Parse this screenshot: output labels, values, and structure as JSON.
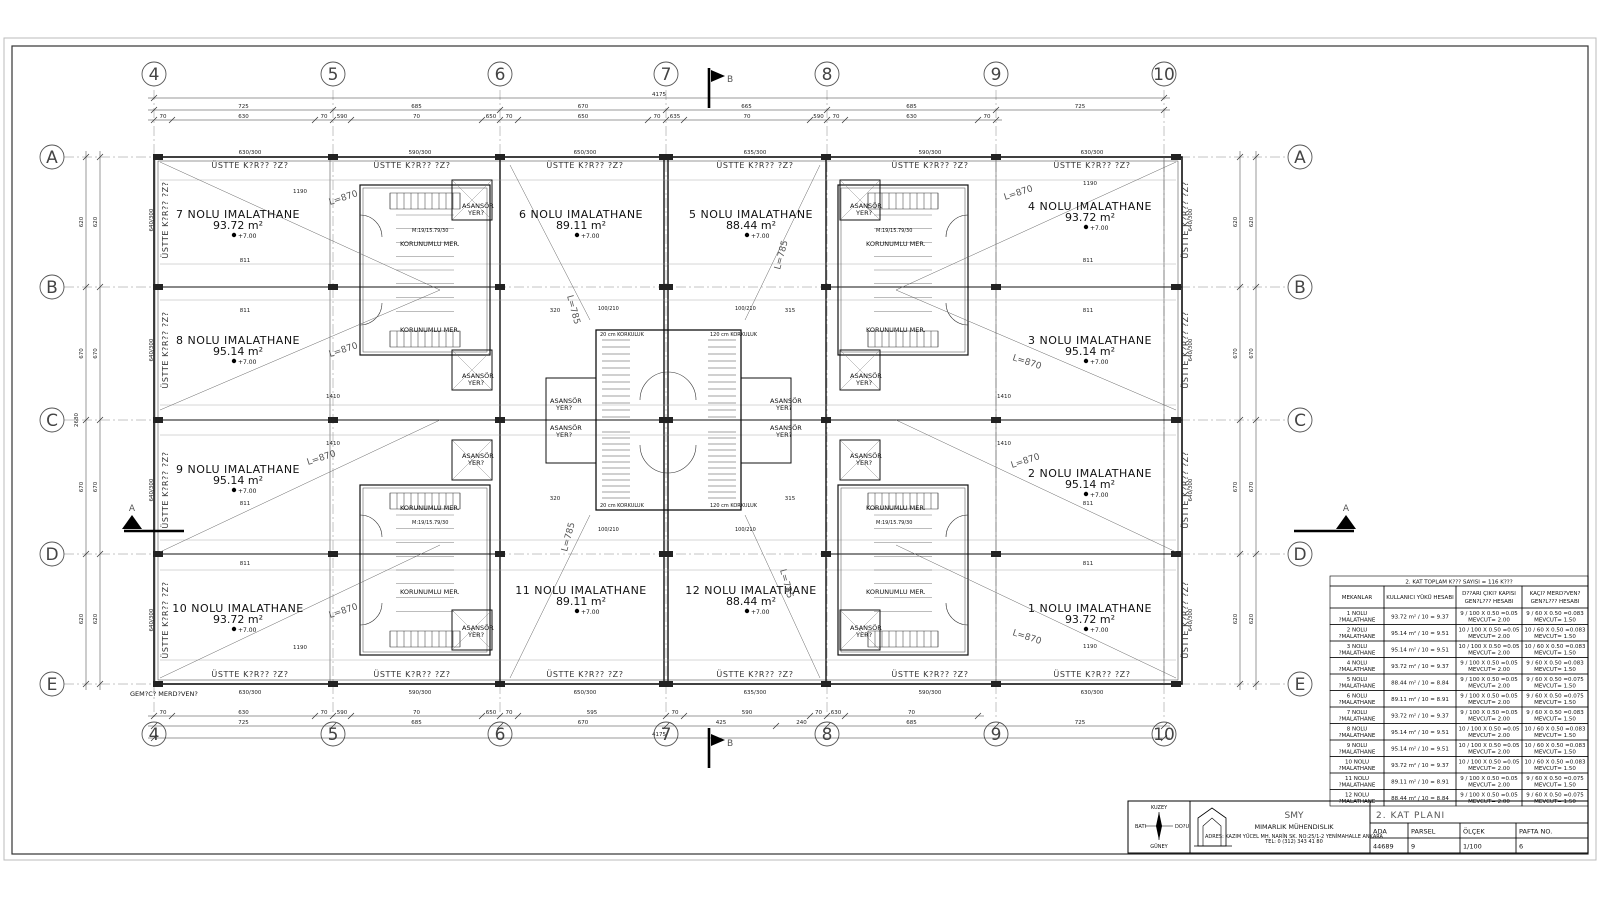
{
  "drawing": {
    "top_marker": "B",
    "bottom_marker": "B",
    "section_left": "A",
    "section_right": "A",
    "stair_label": "GEM?C? MERD?VEN?"
  },
  "grid": {
    "columns": [
      "4",
      "5",
      "6",
      "7",
      "8",
      "9",
      "10"
    ],
    "rows": [
      "A",
      "B",
      "C",
      "D",
      "E"
    ]
  },
  "dims": {
    "total": "4175",
    "top_outer": [
      "725",
      "685",
      "670",
      "665",
      "685",
      "725"
    ],
    "top_inner": [
      "70",
      "630",
      "70",
      "590",
      "70",
      "650",
      "70",
      "650",
      "70",
      "635",
      "70",
      "590",
      "70",
      "630",
      "70"
    ],
    "bottom_outer": [
      "725",
      "685",
      "670",
      "425",
      "240",
      "685",
      "725"
    ],
    "bottom_inner": [
      "70",
      "630",
      "70",
      "590",
      "70",
      "650",
      "70",
      "595",
      "70",
      "590",
      "70",
      "630",
      "70"
    ],
    "beams_top": [
      "630/300",
      "590/300",
      "650/300",
      "635/300",
      "590/300",
      "630/300"
    ],
    "beams_bottom": [
      "630/300",
      "590/300",
      "650/300",
      "635/300",
      "590/300",
      "630/300"
    ],
    "side": [
      "620",
      "670",
      "670",
      "620"
    ],
    "col_label": "640/300"
  },
  "roof_label": "ÜSTTE K?R?? ?Z?",
  "side_roof_label": "ÜSTTE K?R?? ?Z?",
  "rooms": [
    {
      "title": "7 NOLU IMALATHANE",
      "area": "93.72 m²",
      "elev": "+7.00"
    },
    {
      "title": "6 NOLU IMALATHANE",
      "area": "89.11 m²",
      "elev": "+7.00"
    },
    {
      "title": "5 NOLU IMALATHANE",
      "area": "88.44 m²",
      "elev": "+7.00"
    },
    {
      "title": "4 NOLU IMALATHANE",
      "area": "93.72 m²",
      "elev": "+7.00"
    },
    {
      "title": "8 NOLU IMALATHANE",
      "area": "95.14 m²",
      "elev": "+7.00"
    },
    {
      "title": "3 NOLU IMALATHANE",
      "area": "95.14 m²",
      "elev": "+7.00"
    },
    {
      "title": "9 NOLU IMALATHANE",
      "area": "95.14 m²",
      "elev": "+7.00"
    },
    {
      "title": "2 NOLU IMALATHANE",
      "area": "95.14 m²",
      "elev": "+7.00"
    },
    {
      "title": "10 NOLU IMALATHANE",
      "area": "93.72 m²",
      "elev": "+7.00"
    },
    {
      "title": "11 NOLU IMALATHANE",
      "area": "89.11 m²",
      "elev": "+7.00"
    },
    {
      "title": "12 NOLU IMALATHANE",
      "area": "88.44 m²",
      "elev": "+7.00"
    },
    {
      "title": "1 NOLU IMALATHANE",
      "area": "93.72 m²",
      "elev": "+7.00"
    }
  ],
  "core_labels": {
    "elevator": "ASANSÖR",
    "elevator2": "YER?",
    "protected": "KORUNUMLU MER.",
    "railing": "20 cm KORKULUK",
    "railing2": "120 cm KORKULUK",
    "stair_dim": "M:19/15.79/30",
    "door": "100/210",
    "l870": "L=870",
    "l785": "L=785",
    "d1190": "1190",
    "d1410": "1410",
    "d811": "811",
    "d320": "320",
    "d315": "315"
  },
  "table": {
    "title": "2. KAT TOPLAM K??? SAYISI = 116 K???",
    "headers": [
      "MEKANLAR",
      "KULLANICI YÜKÜ HESABI",
      "D??ARI ÇIKI? KAPISI GEN?L??? HESABI",
      "KAÇI? MERD?VEN? GEN?L??? HESABI"
    ],
    "rows": [
      [
        "1 NOLU ?MALATHANE",
        "93.72 m² / 10 = 9.37",
        "9 / 100 X 0.50 =0.05 MEVCUT= 2.00",
        "9 / 60 X 0.50 =0.083 MEVCUT= 1.50"
      ],
      [
        "2 NOLU ?MALATHANE",
        "95.14 m² / 10 = 9.51",
        "10 / 100 X 0.50 =0.05 MEVCUT= 2.00",
        "10 / 60 X 0.50 =0.083 MEVCUT= 1.50"
      ],
      [
        "3 NOLU ?MALATHANE",
        "95.14 m² / 10 = 9.51",
        "10 / 100 X 0.50 =0.05 MEVCUT= 2.00",
        "10 / 60 X 0.50 =0.083 MEVCUT= 1.50"
      ],
      [
        "4 NOLU ?MALATHANE",
        "93.72 m² / 10 = 9.37",
        "9 / 100 X 0.50 =0.05 MEVCUT= 2.00",
        "9 / 60 X 0.50 =0.083 MEVCUT= 1.50"
      ],
      [
        "5 NOLU ?MALATHANE",
        "88.44 m² / 10 = 8.84",
        "9 / 100 X 0.50 =0.05 MEVCUT= 2.00",
        "9 / 60 X 0.50 =0.075 MEVCUT= 1.50"
      ],
      [
        "6 NOLU ?MALATHANE",
        "89.11 m² / 10 = 8.91",
        "9 / 100 X 0.50 =0.05 MEVCUT= 2.00",
        "9 / 60 X 0.50 =0.075 MEVCUT= 1.50"
      ],
      [
        "7 NOLU ?MALATHANE",
        "93.72 m² / 10 = 9.37",
        "9 / 100 X 0.50 =0.05 MEVCUT= 2.00",
        "9 / 60 X 0.50 =0.083 MEVCUT= 1.50"
      ],
      [
        "8 NOLU ?MALATHANE",
        "95.14 m² / 10 = 9.51",
        "10 / 100 X 0.50 =0.05 MEVCUT= 2.00",
        "10 / 60 X 0.50 =0.083 MEVCUT= 1.50"
      ],
      [
        "9 NOLU ?MALATHANE",
        "95.14 m² / 10 = 9.51",
        "10 / 100 X 0.50 =0.05 MEVCUT= 2.00",
        "10 / 60 X 0.50 =0.083 MEVCUT= 1.50"
      ],
      [
        "10 NOLU ?MALATHANE",
        "93.72 m² / 10 = 9.37",
        "10 / 100 X 0.50 =0.05 MEVCUT= 2.00",
        "10 / 60 X 0.50 =0.083 MEVCUT= 1.50"
      ],
      [
        "11 NOLU ?MALATHANE",
        "89.11 m² / 10 = 8.91",
        "9 / 100 X 0.50 =0.05 MEVCUT= 2.00",
        "9 / 60 X 0.50 =0.075 MEVCUT= 1.50"
      ],
      [
        "12 NOLU ?MALATHANE",
        "88.44 m² / 10 = 8.84",
        "9 / 100 X 0.50 =0.05 MEVCUT= 2.00",
        "9 / 60 X 0.50 =0.075 MEVCUT= 1.50"
      ]
    ]
  },
  "title_block": {
    "firm": "SMY",
    "firm_sub": "MIMARLIK MÜHENDISLIK",
    "address": "ADRES: KAZIM YÜCEL MH. NARİN SK. NO:25/1-2 YENİMAHALLE ANKARA",
    "phone": "TEL: 0 (312) 343 41 80",
    "compass_n": "KUZEY",
    "compass_s": "GÜNEY",
    "compass_w": "BATI",
    "compass_e": "DO?U",
    "sheet_title": "2. KAT PLANI",
    "fields": [
      {
        "label": "ADA",
        "value": "44689"
      },
      {
        "label": "PARSEL",
        "value": "9"
      },
      {
        "label": "ÖLÇEK",
        "value": "1/100"
      },
      {
        "label": "PAFTA NO.",
        "value": "6"
      }
    ]
  }
}
